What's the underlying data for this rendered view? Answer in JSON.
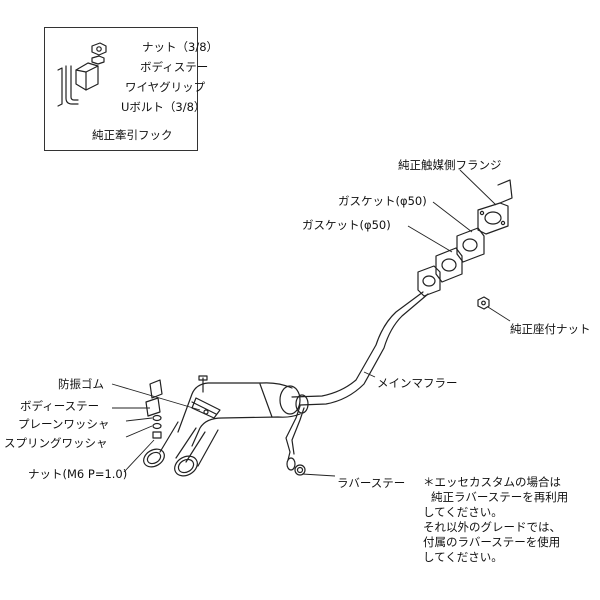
{
  "inset": {
    "items": [
      "ナット（3/8）",
      "ボディステー",
      "ワイヤグリップ",
      "Uボルト（3/8）"
    ],
    "caption": "純正牽引フック"
  },
  "labels": {
    "flange": "純正触媒側フランジ",
    "gasket_1": "ガスケット(φ50)",
    "gasket_2": "ガスケット(φ50)",
    "seat_nut": "純正座付ナット",
    "main_muffler": "メインマフラー",
    "rubber_stay": "ラバーステー",
    "vibration_rubber": "防振ゴム",
    "body_stay": "ボディーステー",
    "plain_washer": "プレーンワッシャ",
    "spring_washer": "スプリングワッシャ",
    "nut_m6": "ナット(M6 P=1.0)"
  },
  "note": {
    "lines": [
      "＊エッセカスタムの場合は",
      "純正ラバーステーを再利用",
      "してください。",
      "それ以外のグレードでは、",
      "付属のラバーステーを使用",
      "してください。"
    ]
  }
}
